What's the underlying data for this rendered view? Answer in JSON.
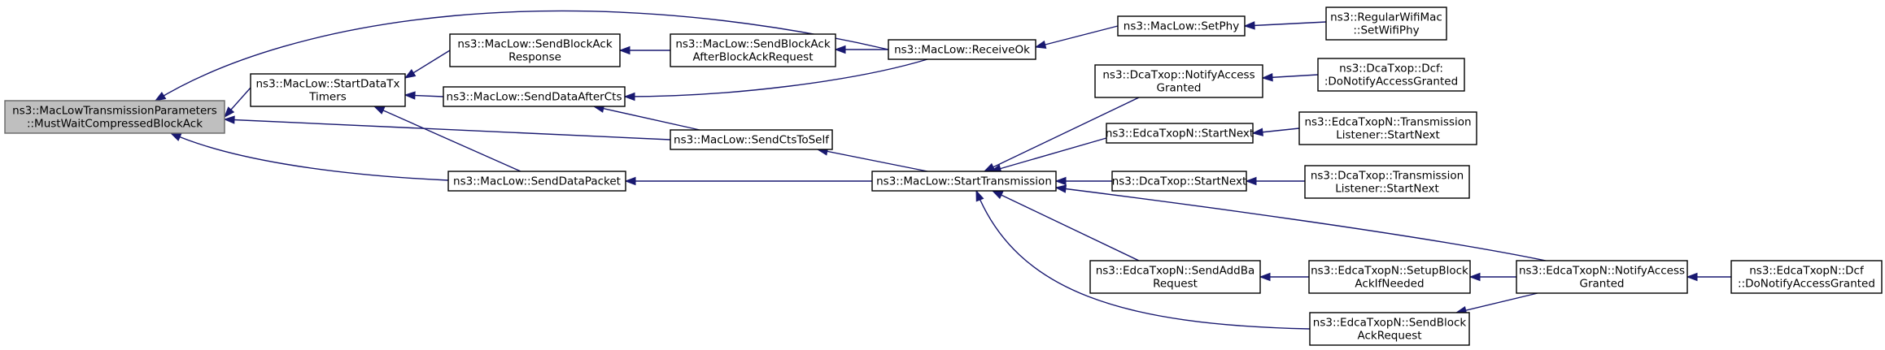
{
  "diagram": {
    "type": "call-graph",
    "colors": {
      "edge": "#191970",
      "node_border": "#000000",
      "root_fill": "#bfbfbf",
      "root_border": "#666666",
      "text": "#000000"
    },
    "nodes": {
      "root": {
        "lines": [
          "ns3::MacLowTransmissionParameters",
          "::MustWaitCompressedBlockAck"
        ]
      },
      "startDataTxTimers": {
        "lines": [
          "ns3::MacLow::StartDataTx",
          "Timers"
        ]
      },
      "sendBlockAckResponse": {
        "lines": [
          "ns3::MacLow::SendBlockAck",
          "Response"
        ]
      },
      "sendDataAfterCts": {
        "lines": [
          "ns3::MacLow::SendDataAfterCts"
        ]
      },
      "sendDataPacket": {
        "lines": [
          "ns3::MacLow::SendDataPacket"
        ]
      },
      "sendBlockAckAfterBlockAckRequest": {
        "lines": [
          "ns3::MacLow::SendBlockAck",
          "AfterBlockAckRequest"
        ]
      },
      "sendCtsToSelf": {
        "lines": [
          "ns3::MacLow::SendCtsToSelf"
        ]
      },
      "receiveOk": {
        "lines": [
          "ns3::MacLow::ReceiveOk"
        ]
      },
      "startTransmission": {
        "lines": [
          "ns3::MacLow::StartTransmission"
        ]
      },
      "setPhy": {
        "lines": [
          "ns3::MacLow::SetPhy"
        ]
      },
      "regularWifiMacSetWifiPhy": {
        "lines": [
          "ns3::RegularWifiMac",
          "::SetWifiPhy"
        ]
      },
      "dcaNotifyAccessGranted": {
        "lines": [
          "ns3::DcaTxop::NotifyAccess",
          "Granted"
        ]
      },
      "edcaStartNext": {
        "lines": [
          "ns3::EdcaTxopN::StartNext"
        ]
      },
      "dcaStartNext": {
        "lines": [
          "ns3::DcaTxop::StartNext"
        ]
      },
      "edcaSendAddBaRequest": {
        "lines": [
          "ns3::EdcaTxopN::SendAddBa",
          "Request"
        ]
      },
      "edcaSendBlockAckRequest": {
        "lines": [
          "ns3::EdcaTxopN::SendBlock",
          "AckRequest"
        ]
      },
      "dcaDcfDoNotifyAccessGranted": {
        "lines": [
          "ns3::DcaTxop::Dcf:",
          ":DoNotifyAccessGranted"
        ]
      },
      "edcaTransmissionListenerStartNext": {
        "lines": [
          "ns3::EdcaTxopN::Transmission",
          "Listener::StartNext"
        ]
      },
      "dcaTransmissionListenerStartNext": {
        "lines": [
          "ns3::DcaTxop::Transmission",
          "Listener::StartNext"
        ]
      },
      "edcaSetupBlockAckIfNeeded": {
        "lines": [
          "ns3::EdcaTxopN::SetupBlock",
          "AckIfNeeded"
        ]
      },
      "edcaNotifyAccessGranted": {
        "lines": [
          "ns3::EdcaTxopN::NotifyAccess",
          "Granted"
        ]
      },
      "edcaDcfDoNotifyAccessGranted": {
        "lines": [
          "ns3::EdcaTxopN::Dcf",
          "::DoNotifyAccessGranted"
        ]
      }
    },
    "edges": [
      {
        "from": "startDataTxTimers",
        "to": "root"
      },
      {
        "from": "receiveOk",
        "to": "root"
      },
      {
        "from": "sendCtsToSelf",
        "to": "root"
      },
      {
        "from": "sendDataPacket",
        "to": "root"
      },
      {
        "from": "sendBlockAckResponse",
        "to": "startDataTxTimers"
      },
      {
        "from": "sendDataAfterCts",
        "to": "startDataTxTimers"
      },
      {
        "from": "sendDataPacket",
        "to": "startDataTxTimers"
      },
      {
        "from": "sendBlockAckAfterBlockAckRequest",
        "to": "sendBlockAckResponse"
      },
      {
        "from": "receiveOk",
        "to": "sendDataAfterCts"
      },
      {
        "from": "sendCtsToSelf",
        "to": "sendDataAfterCts"
      },
      {
        "from": "startTransmission",
        "to": "sendDataPacket"
      },
      {
        "from": "receiveOk",
        "to": "sendBlockAckAfterBlockAckRequest"
      },
      {
        "from": "startTransmission",
        "to": "sendCtsToSelf"
      },
      {
        "from": "setPhy",
        "to": "receiveOk"
      },
      {
        "from": "regularWifiMacSetWifiPhy",
        "to": "setPhy"
      },
      {
        "from": "dcaNotifyAccessGranted",
        "to": "startTransmission"
      },
      {
        "from": "edcaStartNext",
        "to": "startTransmission"
      },
      {
        "from": "dcaStartNext",
        "to": "startTransmission"
      },
      {
        "from": "edcaSendAddBaRequest",
        "to": "startTransmission"
      },
      {
        "from": "edcaSendBlockAckRequest",
        "to": "startTransmission"
      },
      {
        "from": "edcaNotifyAccessGranted",
        "to": "startTransmission"
      },
      {
        "from": "dcaDcfDoNotifyAccessGranted",
        "to": "dcaNotifyAccessGranted"
      },
      {
        "from": "edcaTransmissionListenerStartNext",
        "to": "edcaStartNext"
      },
      {
        "from": "dcaTransmissionListenerStartNext",
        "to": "dcaStartNext"
      },
      {
        "from": "edcaSetupBlockAckIfNeeded",
        "to": "edcaSendAddBaRequest"
      },
      {
        "from": "edcaNotifyAccessGranted",
        "to": "edcaSetupBlockAckIfNeeded"
      },
      {
        "from": "edcaNotifyAccessGranted",
        "to": "edcaSendBlockAckRequest"
      },
      {
        "from": "edcaDcfDoNotifyAccessGranted",
        "to": "edcaNotifyAccessGranted"
      }
    ]
  }
}
